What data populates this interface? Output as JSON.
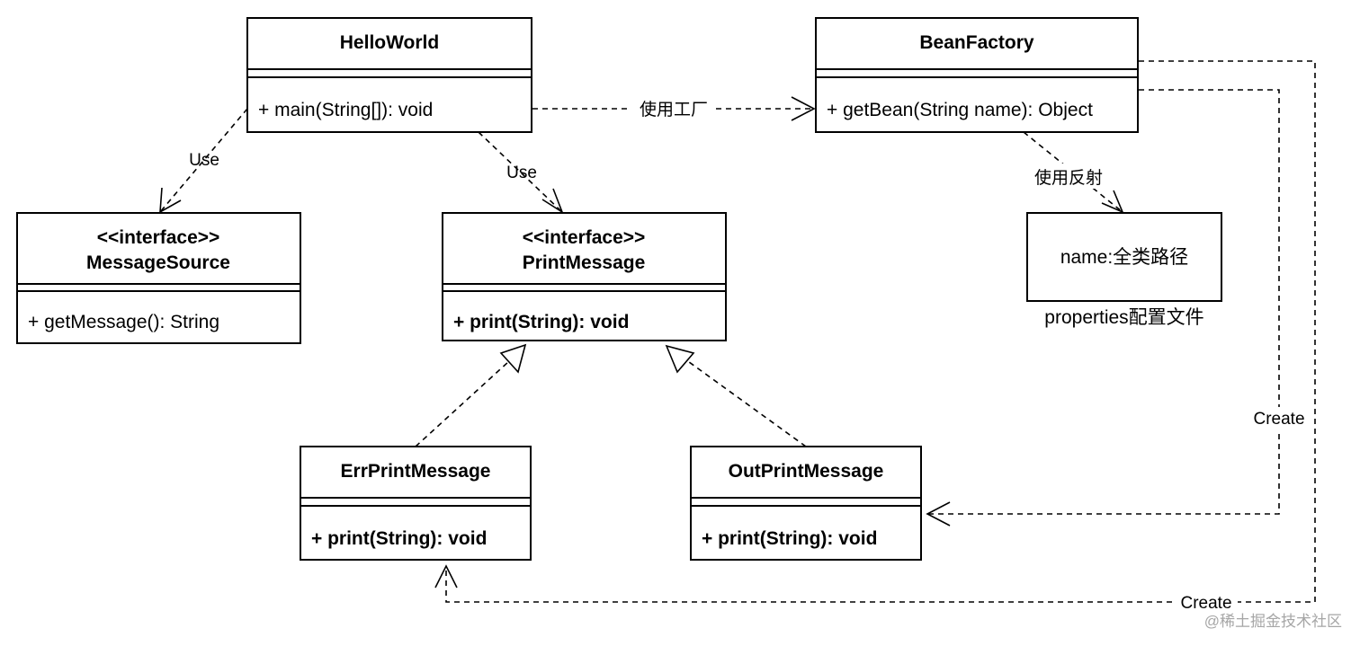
{
  "classes": {
    "hello_world": {
      "title": "HelloWorld",
      "method": "+ main(String[]): void"
    },
    "bean_factory": {
      "title": "BeanFactory",
      "method": "+ getBean(String name): Object"
    },
    "message_source": {
      "stereotype": "<<interface>>",
      "title": "MessageSource",
      "method": "+ getMessage(): String"
    },
    "print_message": {
      "stereotype": "<<interface>>",
      "title": "PrintMessage",
      "method": "+ print(String): void"
    },
    "err_print_message": {
      "title": "ErrPrintMessage",
      "method": "+ print(String): void"
    },
    "out_print_message": {
      "title": "OutPrintMessage",
      "method": "+ print(String): void"
    }
  },
  "properties_file": {
    "content": "name:全类路径",
    "caption": "properties配置文件"
  },
  "edges": {
    "use_factory": "使用工厂",
    "use_message_source": "Use",
    "use_print_message": "Use",
    "use_reflection": "使用反射",
    "create_out": "Create",
    "create_err": "Create"
  },
  "watermark": "@稀土掘金技术社区"
}
